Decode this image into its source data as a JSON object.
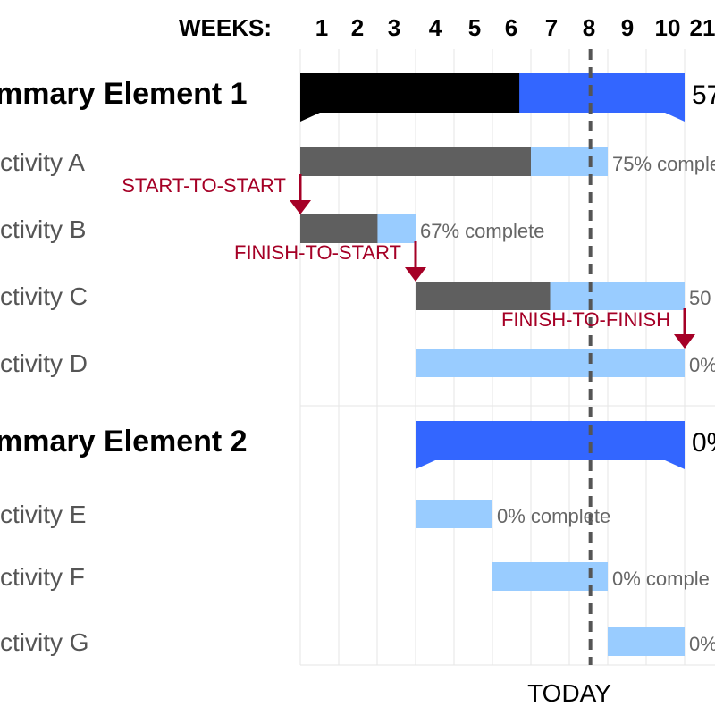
{
  "chart_data": {
    "type": "gantt",
    "axis_label": "WEEKS:",
    "week_ticks": [
      "1",
      "2",
      "3",
      "4",
      "5",
      "6",
      "7",
      "8",
      "9",
      "10",
      "21"
    ],
    "today_label": "TODAY",
    "today_week": 7.55,
    "rows": [
      {
        "label": "mmary Element 1",
        "kind": "summary",
        "start": 0,
        "end": 10,
        "progress": 0.57,
        "pct_text": "57"
      },
      {
        "label": "ctivity A",
        "kind": "activity",
        "start": 0,
        "end": 8,
        "progress": 0.75,
        "pct_text": "75% comple"
      },
      {
        "label": "ctivity B",
        "kind": "activity",
        "start": 0,
        "end": 3,
        "progress": 0.67,
        "pct_text": "67% complete"
      },
      {
        "label": "ctivity C",
        "kind": "activity",
        "start": 3,
        "end": 10,
        "progress": 0.5,
        "pct_text": "50"
      },
      {
        "label": "ctivity D",
        "kind": "activity",
        "start": 3,
        "end": 10,
        "progress": 0,
        "pct_text": "0%"
      },
      {
        "label": "mmary Element 2",
        "kind": "summary",
        "start": 3,
        "end": 10,
        "progress": 0,
        "pct_text": "0%"
      },
      {
        "label": "ctivity E",
        "kind": "activity",
        "start": 3,
        "end": 5,
        "progress": 0,
        "pct_text": "0% complete"
      },
      {
        "label": "ctivity F",
        "kind": "activity",
        "start": 5,
        "end": 8,
        "progress": 0,
        "pct_text": "0% comple"
      },
      {
        "label": "ctivity G",
        "kind": "activity",
        "start": 8,
        "end": 10,
        "progress": 0,
        "pct_text": "0%"
      }
    ],
    "dependencies": [
      {
        "label": "START-TO-START",
        "to_row": 2,
        "at_week": 0
      },
      {
        "label": "FINISH-TO-START",
        "to_row": 3,
        "at_week": 3
      },
      {
        "label": "FINISH-TO-FINISH",
        "to_row": 4,
        "at_week": 10
      }
    ],
    "colors": {
      "summary_done": "#000000",
      "summary_todo": "#3366ff",
      "activity_done": "#5f5f5f",
      "activity_todo": "#99ccff",
      "dependency": "#a50026",
      "today_line": "#555555",
      "grid": "#e6e6e6"
    }
  }
}
